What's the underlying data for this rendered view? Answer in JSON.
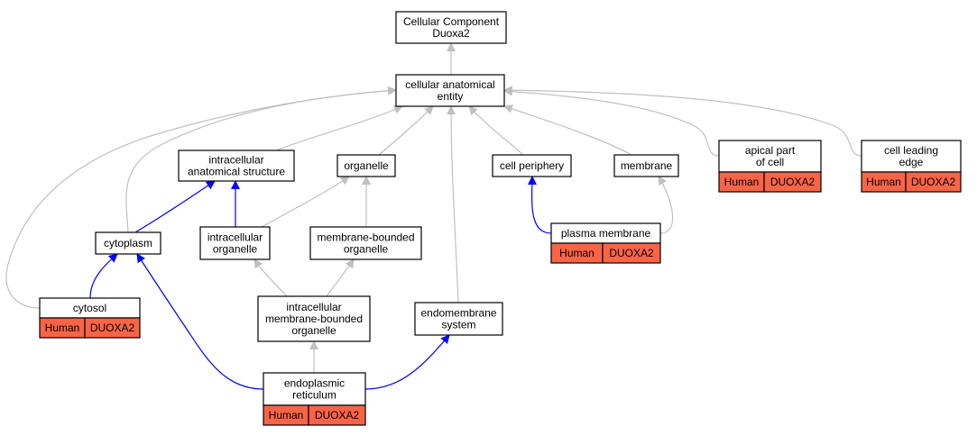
{
  "graph": {
    "colors": {
      "gray_edge": "#c0c0c0",
      "blue_edge": "#0000ff",
      "annotation_fill": "#fa6446",
      "node_fill": "#ffffff",
      "border": "#000000"
    },
    "nodes": [
      {
        "id": "root",
        "lines": [
          "Cellular Component",
          "Duoxa2"
        ]
      },
      {
        "id": "cae",
        "lines": [
          "cellular anatomical",
          "entity"
        ]
      },
      {
        "id": "ias",
        "lines": [
          "intracellular",
          "anatomical structure"
        ]
      },
      {
        "id": "organelle",
        "lines": [
          "organelle"
        ]
      },
      {
        "id": "cellper",
        "lines": [
          "cell periphery"
        ]
      },
      {
        "id": "membrane",
        "lines": [
          "membrane"
        ]
      },
      {
        "id": "apical",
        "lines": [
          "apical part",
          "of cell"
        ],
        "annotation": [
          "Human",
          "DUOXA2"
        ]
      },
      {
        "id": "leading",
        "lines": [
          "cell leading",
          "edge"
        ],
        "annotation": [
          "Human",
          "DUOXA2"
        ]
      },
      {
        "id": "cytoplasm",
        "lines": [
          "cytoplasm"
        ]
      },
      {
        "id": "intorg",
        "lines": [
          "intracellular",
          "organelle"
        ]
      },
      {
        "id": "mbo",
        "lines": [
          "membrane-bounded",
          "organelle"
        ]
      },
      {
        "id": "plasma",
        "lines": [
          "plasma membrane"
        ],
        "annotation": [
          "Human",
          "DUOXA2"
        ]
      },
      {
        "id": "cytosol",
        "lines": [
          "cytosol"
        ],
        "annotation": [
          "Human",
          "DUOXA2"
        ]
      },
      {
        "id": "imbo",
        "lines": [
          "intracellular",
          "membrane-bounded",
          "organelle"
        ]
      },
      {
        "id": "endomem",
        "lines": [
          "endomembrane",
          "system"
        ]
      },
      {
        "id": "er",
        "lines": [
          "endoplasmic",
          "reticulum"
        ],
        "annotation": [
          "Human",
          "DUOXA2"
        ]
      }
    ],
    "edges": [
      {
        "from": "cae",
        "to": "root",
        "type": "is_a"
      },
      {
        "from": "ias",
        "to": "cae",
        "type": "is_a"
      },
      {
        "from": "organelle",
        "to": "cae",
        "type": "is_a"
      },
      {
        "from": "cellper",
        "to": "cae",
        "type": "is_a"
      },
      {
        "from": "membrane",
        "to": "cae",
        "type": "is_a"
      },
      {
        "from": "apical",
        "to": "cae",
        "type": "is_a"
      },
      {
        "from": "leading",
        "to": "cae",
        "type": "is_a"
      },
      {
        "from": "cytoplasm",
        "to": "cae",
        "type": "is_a"
      },
      {
        "from": "cytosol",
        "to": "cae",
        "type": "is_a"
      },
      {
        "from": "endomem",
        "to": "cae",
        "type": "is_a"
      },
      {
        "from": "cytoplasm",
        "to": "ias",
        "type": "part_of"
      },
      {
        "from": "intorg",
        "to": "ias",
        "type": "part_of"
      },
      {
        "from": "intorg",
        "to": "organelle",
        "type": "is_a"
      },
      {
        "from": "mbo",
        "to": "organelle",
        "type": "is_a"
      },
      {
        "from": "plasma",
        "to": "cellper",
        "type": "part_of"
      },
      {
        "from": "plasma",
        "to": "membrane",
        "type": "is_a"
      },
      {
        "from": "cytosol",
        "to": "cytoplasm",
        "type": "part_of"
      },
      {
        "from": "er",
        "to": "cytoplasm",
        "type": "part_of"
      },
      {
        "from": "imbo",
        "to": "intorg",
        "type": "is_a"
      },
      {
        "from": "imbo",
        "to": "mbo",
        "type": "is_a"
      },
      {
        "from": "er",
        "to": "imbo",
        "type": "is_a"
      },
      {
        "from": "er",
        "to": "endomem",
        "type": "part_of"
      }
    ]
  }
}
